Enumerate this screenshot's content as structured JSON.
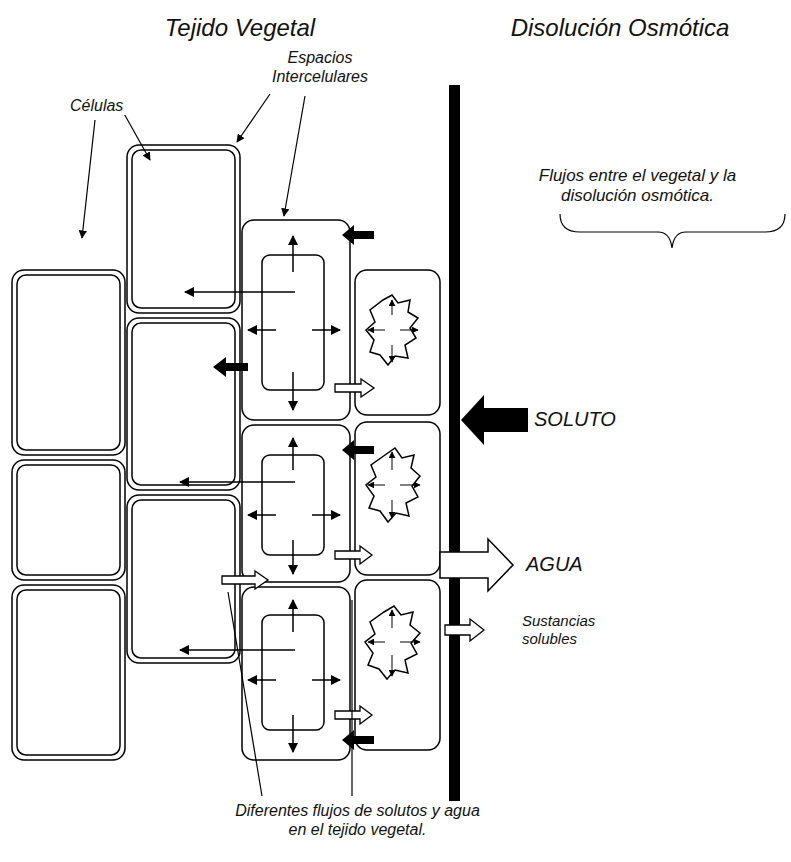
{
  "diagram": {
    "labels": [
      "Tejido Vegetal",
      "Disolución Osmótica",
      "Células",
      "Espacios Intercelulares",
      "Flujos entre el vegetal y la disolución osmótica.",
      "SOLUTO",
      "AGUA",
      "Sustancias solubles",
      "Diferentes flujos de solutos y agua en el tejido vegetal."
    ]
  }
}
